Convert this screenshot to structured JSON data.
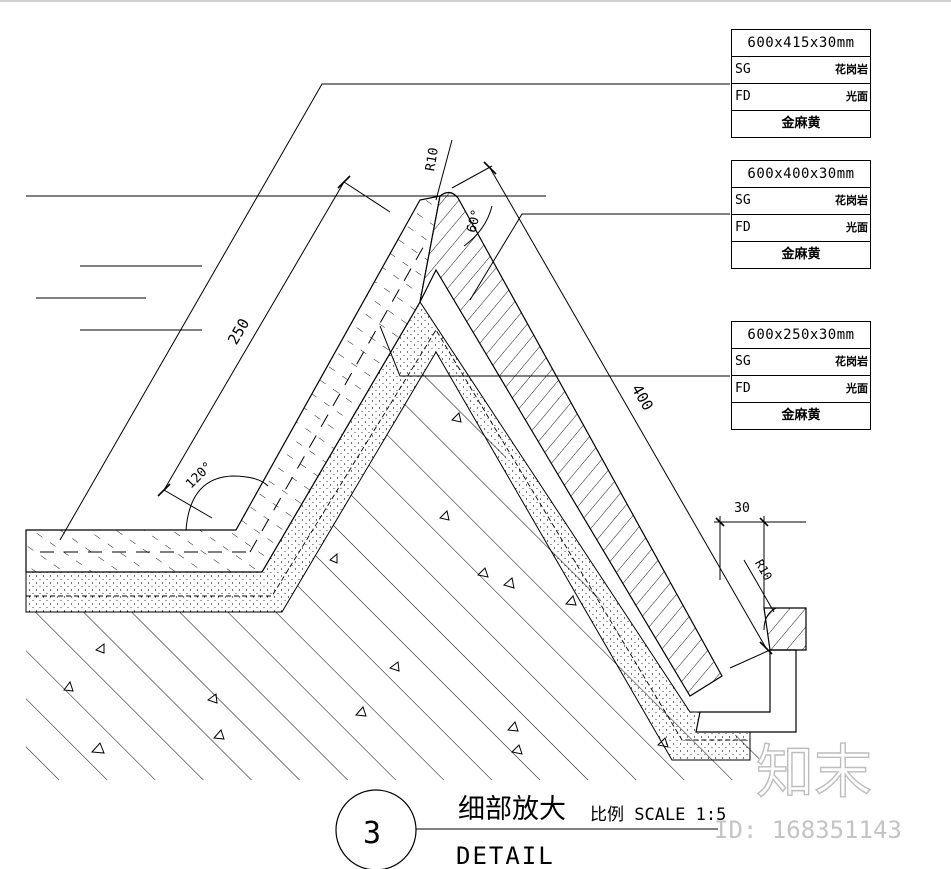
{
  "specs": [
    {
      "size": "600x415x30mm",
      "sg_code": "SG",
      "sg_desc": "花岗岩",
      "fd_code": "FD",
      "fd_desc": "光面",
      "material": "金麻黄"
    },
    {
      "size": "600x400x30mm",
      "sg_code": "SG",
      "sg_desc": "花岗岩",
      "fd_code": "FD",
      "fd_desc": "光面",
      "material": "金麻黄"
    },
    {
      "size": "600x250x30mm",
      "sg_code": "SG",
      "sg_desc": "花岗岩",
      "fd_code": "FD",
      "fd_desc": "光面",
      "material": "金麻黄"
    }
  ],
  "dimensions": {
    "r10_top": "R10",
    "angle_top": "60°",
    "len_250": "250",
    "len_400": "400",
    "angle_bottom": "120°",
    "len_30": "30",
    "r10_right": "R10"
  },
  "title_block": {
    "number": "3",
    "title_cn": "细部放大",
    "scale": "比例 SCALE 1:5",
    "title_en": "DETAIL"
  },
  "watermark": {
    "logo_text": "知末",
    "id_text": "ID: 168351143"
  }
}
